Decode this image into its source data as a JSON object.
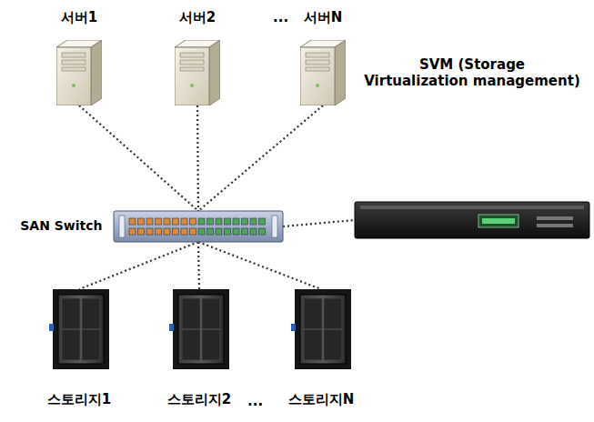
{
  "diagram": {
    "nodes": [
      {
        "text": [
          "서버1"
        ]
      },
      {
        "text": [
          "서버2"
        ]
      },
      {
        "text": [
          "서버N"
        ]
      },
      {
        "text": [
          "SVM (Storage Virtualization management)"
        ]
      },
      {
        "text": [
          "SAN Switch"
        ]
      },
      {
        "text": [
          "스토리지1"
        ]
      },
      {
        "text": [
          "스토리지2"
        ]
      },
      {
        "text": [
          "스토리지N"
        ]
      }
    ],
    "edges": [
      {
        "from": 0,
        "to": 4,
        "arrow": "none"
      },
      {
        "from": 1,
        "to": 4,
        "arrow": "none"
      },
      {
        "from": 2,
        "to": 4,
        "arrow": "none"
      },
      {
        "from": 4,
        "to": 3,
        "arrow": "none"
      },
      {
        "from": 4,
        "to": 5,
        "arrow": "none"
      },
      {
        "from": 4,
        "to": 6,
        "arrow": "none"
      },
      {
        "from": 4,
        "to": 7,
        "arrow": "none"
      }
    ],
    "labels": [
      "...",
      "..."
    ]
  }
}
